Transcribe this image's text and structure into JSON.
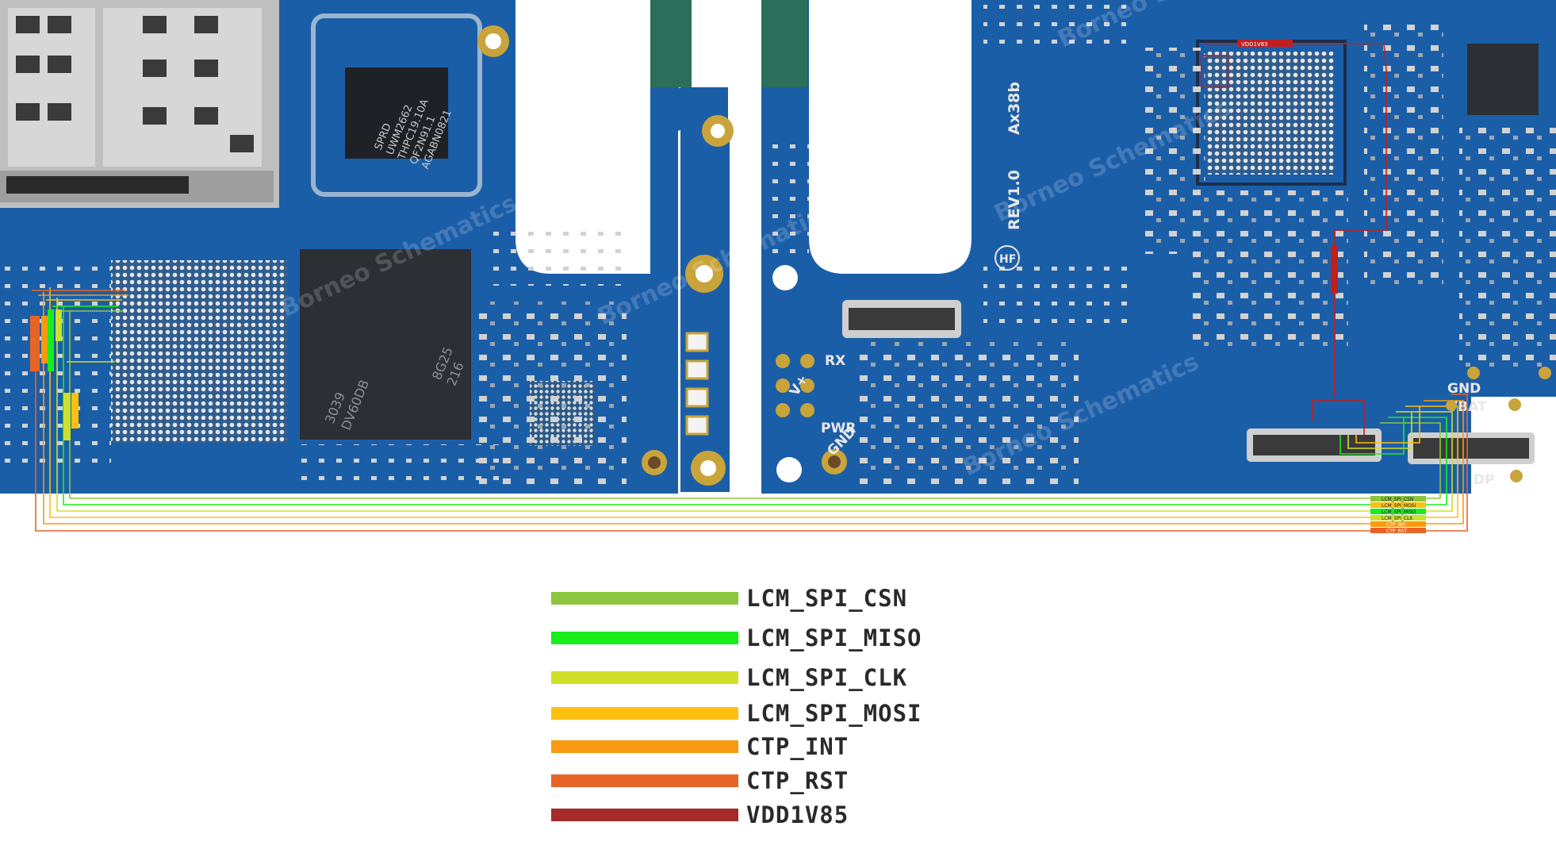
{
  "board": {
    "silkscreen": {
      "rev": "REV1.0",
      "model": "Ax38b",
      "hf": "HF",
      "rx": "RX",
      "vplus": "V+",
      "pwr": "PWR",
      "gnd_left": "GND",
      "gnd_right": "GND",
      "vbat": "VBAT",
      "dp": "DP",
      "chip_sprd": "SPRD",
      "chip_uwm": "UWM2662",
      "chip_code1": "THPC19.10A",
      "chip_code2": "QF2N91.1",
      "chip_code3": "AGABN0821",
      "ram_code1": "3039",
      "ram_code2": "DV60DB",
      "ram_code3": "8G25",
      "ram_code4": "216",
      "vdd_tag": "VDD1V85",
      "vdd_tag_vertical": "VDD1V85"
    },
    "watermark": "Borneo Schematics",
    "connector_labels": [
      "LCM_SPI_CSN",
      "LCM_SPI_MOSI",
      "LCM_SPI_MISO",
      "LCM_SPI_CLK",
      "CTP_INT",
      "CTP_RST"
    ]
  },
  "legend": [
    {
      "label": "LCM_SPI_CSN",
      "color": "#8cc63f"
    },
    {
      "label": "LCM_SPI_MISO",
      "color": "#1aee1a"
    },
    {
      "label": "LCM_SPI_CLK",
      "color": "#cfe02a"
    },
    {
      "label": "LCM_SPI_MOSI",
      "color": "#fdc010"
    },
    {
      "label": "CTP_INT",
      "color": "#fa9a10"
    },
    {
      "label": "CTP_RST",
      "color": "#e86426"
    },
    {
      "label": "VDD1V85",
      "color": "#a52a2a"
    }
  ],
  "colors": {
    "pcb": "#1b5ea8",
    "pcb_dark": "#134a8a",
    "pad": "#c8c8c8",
    "gold": "#c9a43a"
  }
}
